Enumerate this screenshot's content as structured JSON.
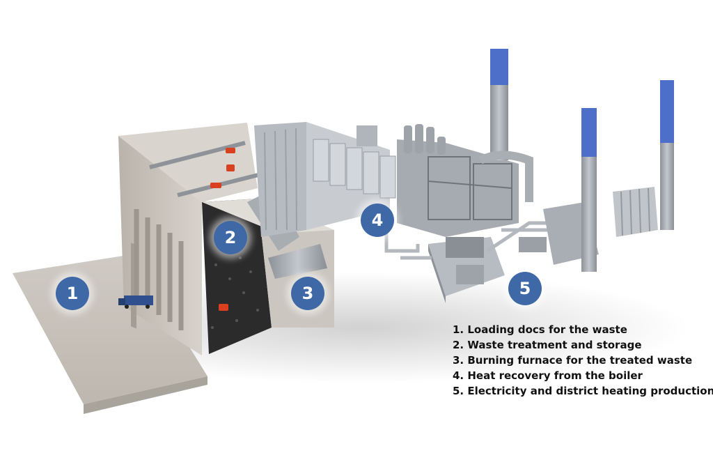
{
  "markers": [
    {
      "label": "1"
    },
    {
      "label": "2"
    },
    {
      "label": "3"
    },
    {
      "label": "4"
    },
    {
      "label": "5"
    }
  ],
  "legend": [
    "1. Loading docs for the waste",
    "2. Waste treatment and storage",
    "3. Burning furnace for the treated waste",
    "4. Heat recovery from the boiler",
    "5. Electricity and district heating production"
  ],
  "colors": {
    "marker": "#3f69a6",
    "stack_cap": "#4d6fc9",
    "concrete": "#c9c4bd",
    "metal": "#9da2a8",
    "waste_pile": "#2a2a2a",
    "crane": "#d8401f",
    "truck": "#2f4f8f"
  }
}
